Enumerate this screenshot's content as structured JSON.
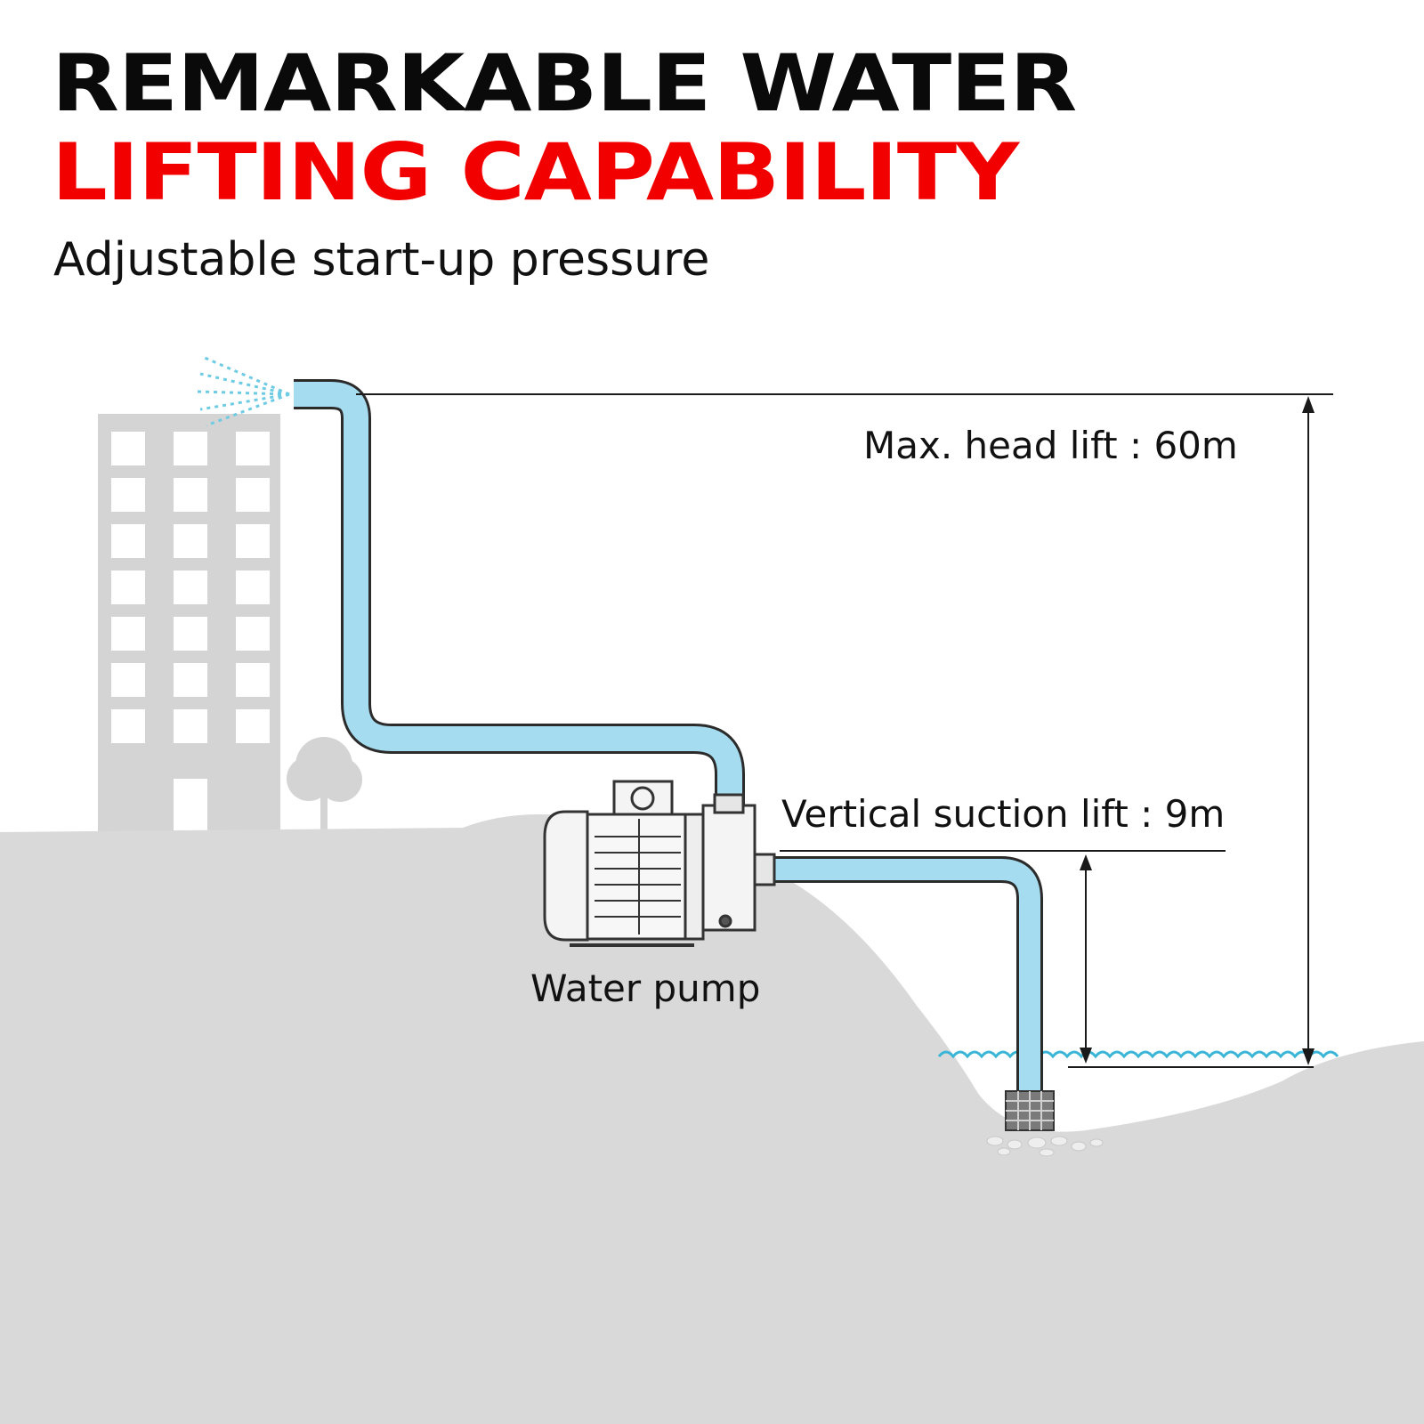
{
  "title": {
    "line1": "REMARKABLE WATER",
    "line2": "LIFTING CAPABILITY",
    "subtitle": "Adjustable start-up pressure"
  },
  "labels": {
    "max_head_lift": "Max. head lift : 60m",
    "vertical_suction_lift": "Vertical suction lift : 9m",
    "water_pump": "Water pump"
  },
  "colors": {
    "title_primary": "#0a0a0a",
    "title_accent": "#f20000",
    "pipe": "#a6dcef",
    "ground": "#d9d9d9",
    "water_line": "#3ab5d8"
  }
}
